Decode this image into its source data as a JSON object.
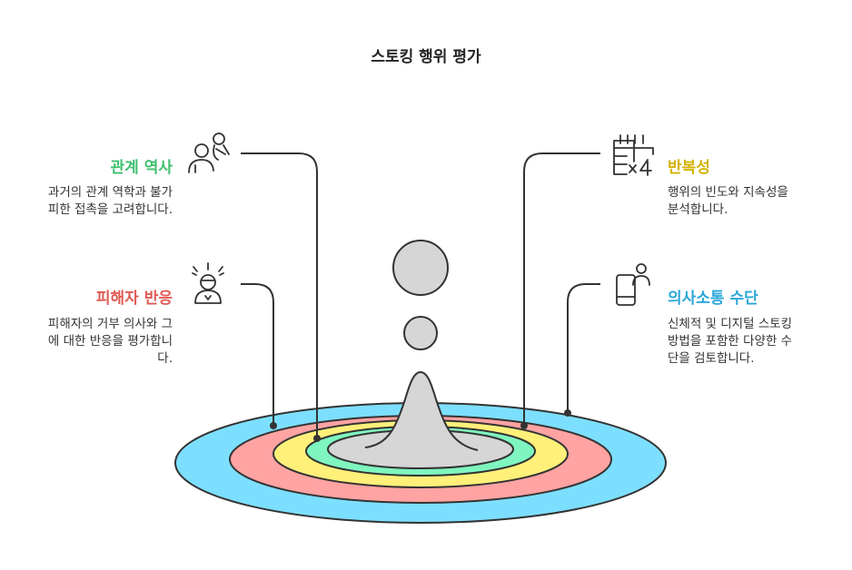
{
  "title": "스토킹 행위 평가",
  "colors": {
    "outer_ring": "#7ddfff",
    "ring2": "#ffa3a3",
    "ring3": "#fff07a",
    "ring4": "#7ff5bf",
    "core": "#d6d6d6",
    "stroke": "#333333",
    "history": "#3fbf6f",
    "victim": "#e05a55",
    "repetition": "#d4b300",
    "means": "#2aa7d8"
  },
  "items": {
    "history": {
      "heading": "관계 역사",
      "description": "과거의 관계 역학과 불가\n피한 접촉을 고려합니다.",
      "icon": "two-people-icon"
    },
    "victim": {
      "heading": "피해자 반응",
      "description": "피해자의 거부 의사와 그\n에 대한 반응을 평가합니\n다.",
      "icon": "stressed-person-icon"
    },
    "repetition": {
      "heading": "반복성",
      "description": "행위의 빈도와 지속성을\n분석합니다.",
      "icon": "calendar-times-four-icon"
    },
    "means": {
      "heading": "의사소통 수단",
      "description": "신체적 및 디지털 스토킹\n방법을 포함한 다양한 수\n단을 검토합니다.",
      "icon": "phone-person-icon"
    }
  }
}
